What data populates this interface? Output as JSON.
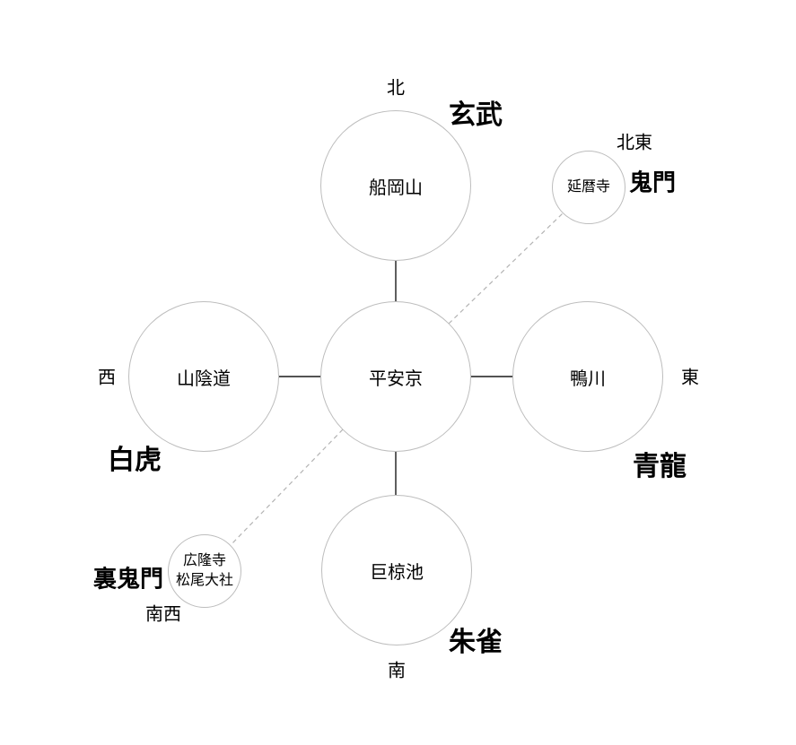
{
  "diagram": {
    "center": {
      "site": "平安京"
    },
    "north": {
      "direction": "北",
      "guardian": "玄武",
      "site": "船岡山"
    },
    "east": {
      "direction": "東",
      "guardian": "青龍",
      "site": "鴨川"
    },
    "west": {
      "direction": "西",
      "guardian": "白虎",
      "site": "山陰道"
    },
    "south": {
      "direction": "南",
      "guardian": "朱雀",
      "site": "巨椋池"
    },
    "northeast": {
      "direction": "北東",
      "guardian": "鬼門",
      "site": "延暦寺"
    },
    "southwest": {
      "direction": "南西",
      "guardian": "裏鬼門",
      "site_line1": "広隆寺",
      "site_line2": "松尾大社"
    },
    "colors": {
      "background": "#ffffff",
      "text": "#000000",
      "circle_border": "#bdbdbd",
      "solid_connector": "#1a1a1a",
      "dashed_connector": "#b3b3b3"
    }
  }
}
